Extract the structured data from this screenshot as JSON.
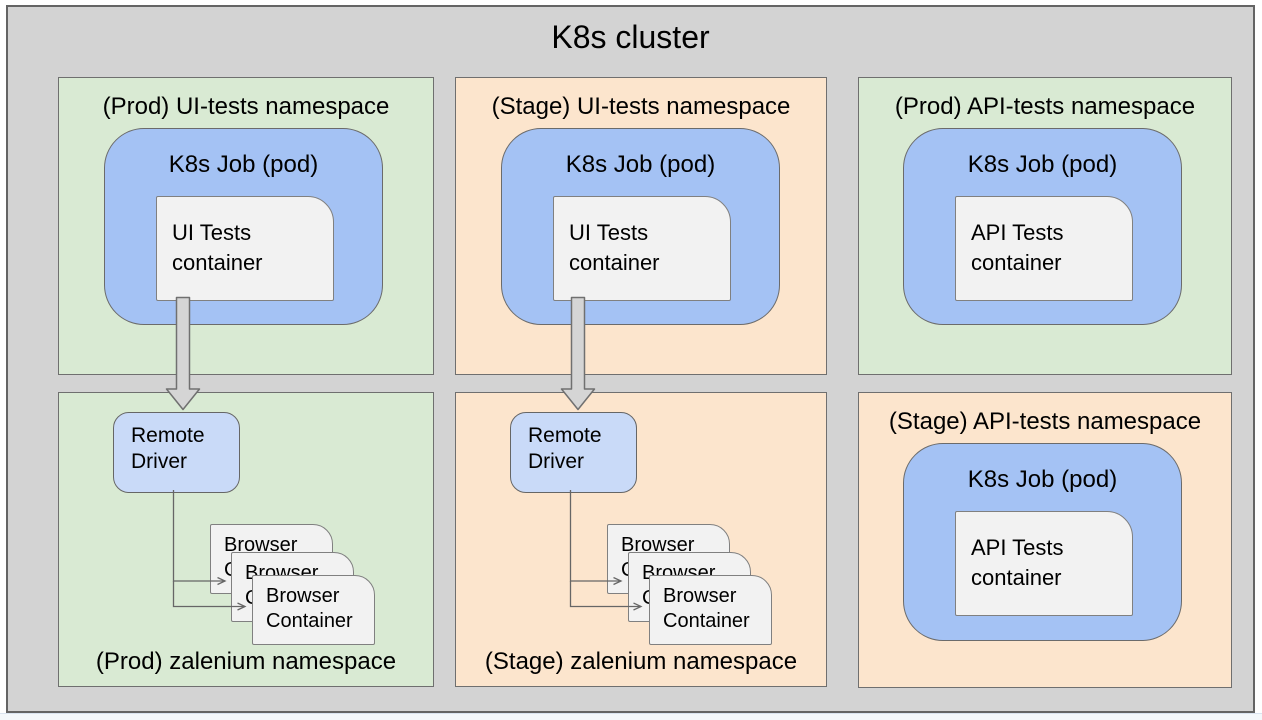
{
  "diagram": {
    "title": "K8s cluster"
  },
  "panels": {
    "prod_ui": {
      "title": "(Prod) UI-tests namespace",
      "job_label": "K8s Job (pod)",
      "container": {
        "line1": "UI Tests",
        "line2": "container"
      }
    },
    "stage_ui": {
      "title": "(Stage) UI-tests namespace",
      "job_label": "K8s Job (pod)",
      "container": {
        "line1": "UI Tests",
        "line2": "container"
      }
    },
    "prod_api": {
      "title": "(Prod) API-tests namespace",
      "job_label": "K8s Job (pod)",
      "container": {
        "line1": "API Tests",
        "line2": "container"
      }
    },
    "prod_zalenium": {
      "title": "(Prod) zalenium namespace",
      "remote_driver": {
        "line1": "Remote",
        "line2": "Driver"
      },
      "browsers": [
        {
          "line1": "Browser",
          "line2": "Container"
        },
        {
          "line1": "Browser",
          "line2": "Container"
        },
        {
          "line1": "Browser",
          "line2": "Container"
        }
      ]
    },
    "stage_zalenium": {
      "title": "(Stage) zalenium namespace",
      "remote_driver": {
        "line1": "Remote",
        "line2": "Driver"
      },
      "browsers": [
        {
          "line1": "Browser",
          "line2": "Container"
        },
        {
          "line1": "Browser",
          "line2": "Container"
        },
        {
          "line1": "Browser",
          "line2": "Container"
        }
      ]
    },
    "stage_api": {
      "title": "(Stage) API-tests namespace",
      "job_label": "K8s Job (pod)",
      "container": {
        "line1": "API Tests",
        "line2": "container"
      }
    }
  },
  "colors": {
    "canvas_background": "#d3d3d3",
    "prod_namespace_fill": "#d9ead3",
    "stage_namespace_fill": "#fce5cd",
    "k8s_job_fill": "#a4c2f4",
    "remote_driver_fill": "#c9daf8",
    "container_fill": "#f2f2f2",
    "border_gray": "#6f6f6f",
    "flow_arrow_fill": "#d5d5d5",
    "connector_line": "#666666"
  }
}
